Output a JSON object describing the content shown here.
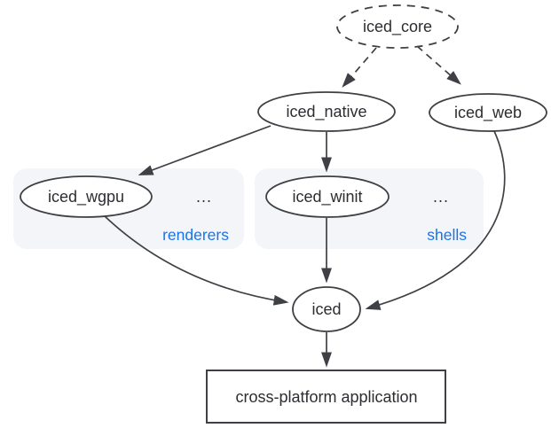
{
  "diagram": {
    "colors": {
      "edge": "#3f4045",
      "node_stroke": "#3f4045",
      "node_fill": "#ffffff",
      "text": "#2b2d31",
      "group_fill": "#f3f5f8",
      "group_label": "#1a73e8",
      "background": "#ffffff"
    },
    "nodes": {
      "iced_core": {
        "label": "iced_core",
        "style": "dashed-ellipse"
      },
      "iced_native": {
        "label": "iced_native",
        "style": "ellipse"
      },
      "iced_web": {
        "label": "iced_web",
        "style": "ellipse"
      },
      "iced_wgpu": {
        "label": "iced_wgpu",
        "style": "ellipse"
      },
      "iced_winit": {
        "label": "iced_winit",
        "style": "ellipse"
      },
      "iced": {
        "label": "iced",
        "style": "ellipse"
      },
      "application": {
        "label": "cross-platform application",
        "style": "rectangle"
      }
    },
    "groups": {
      "renderers": {
        "label": "renderers",
        "more_indicator": "...",
        "members": [
          "iced_wgpu"
        ]
      },
      "shells": {
        "label": "shells",
        "more_indicator": "...",
        "members": [
          "iced_winit"
        ]
      }
    },
    "edges": [
      {
        "from": "iced_core",
        "to": "iced_native",
        "style": "dashed"
      },
      {
        "from": "iced_core",
        "to": "iced_web",
        "style": "dashed"
      },
      {
        "from": "iced_native",
        "to": "iced_wgpu",
        "style": "solid"
      },
      {
        "from": "iced_native",
        "to": "iced_winit",
        "style": "solid"
      },
      {
        "from": "iced_winit",
        "to": "iced",
        "style": "solid"
      },
      {
        "from": "iced_wgpu",
        "to": "iced",
        "style": "solid"
      },
      {
        "from": "iced_web",
        "to": "iced",
        "style": "solid"
      },
      {
        "from": "iced",
        "to": "application",
        "style": "solid"
      }
    ]
  }
}
